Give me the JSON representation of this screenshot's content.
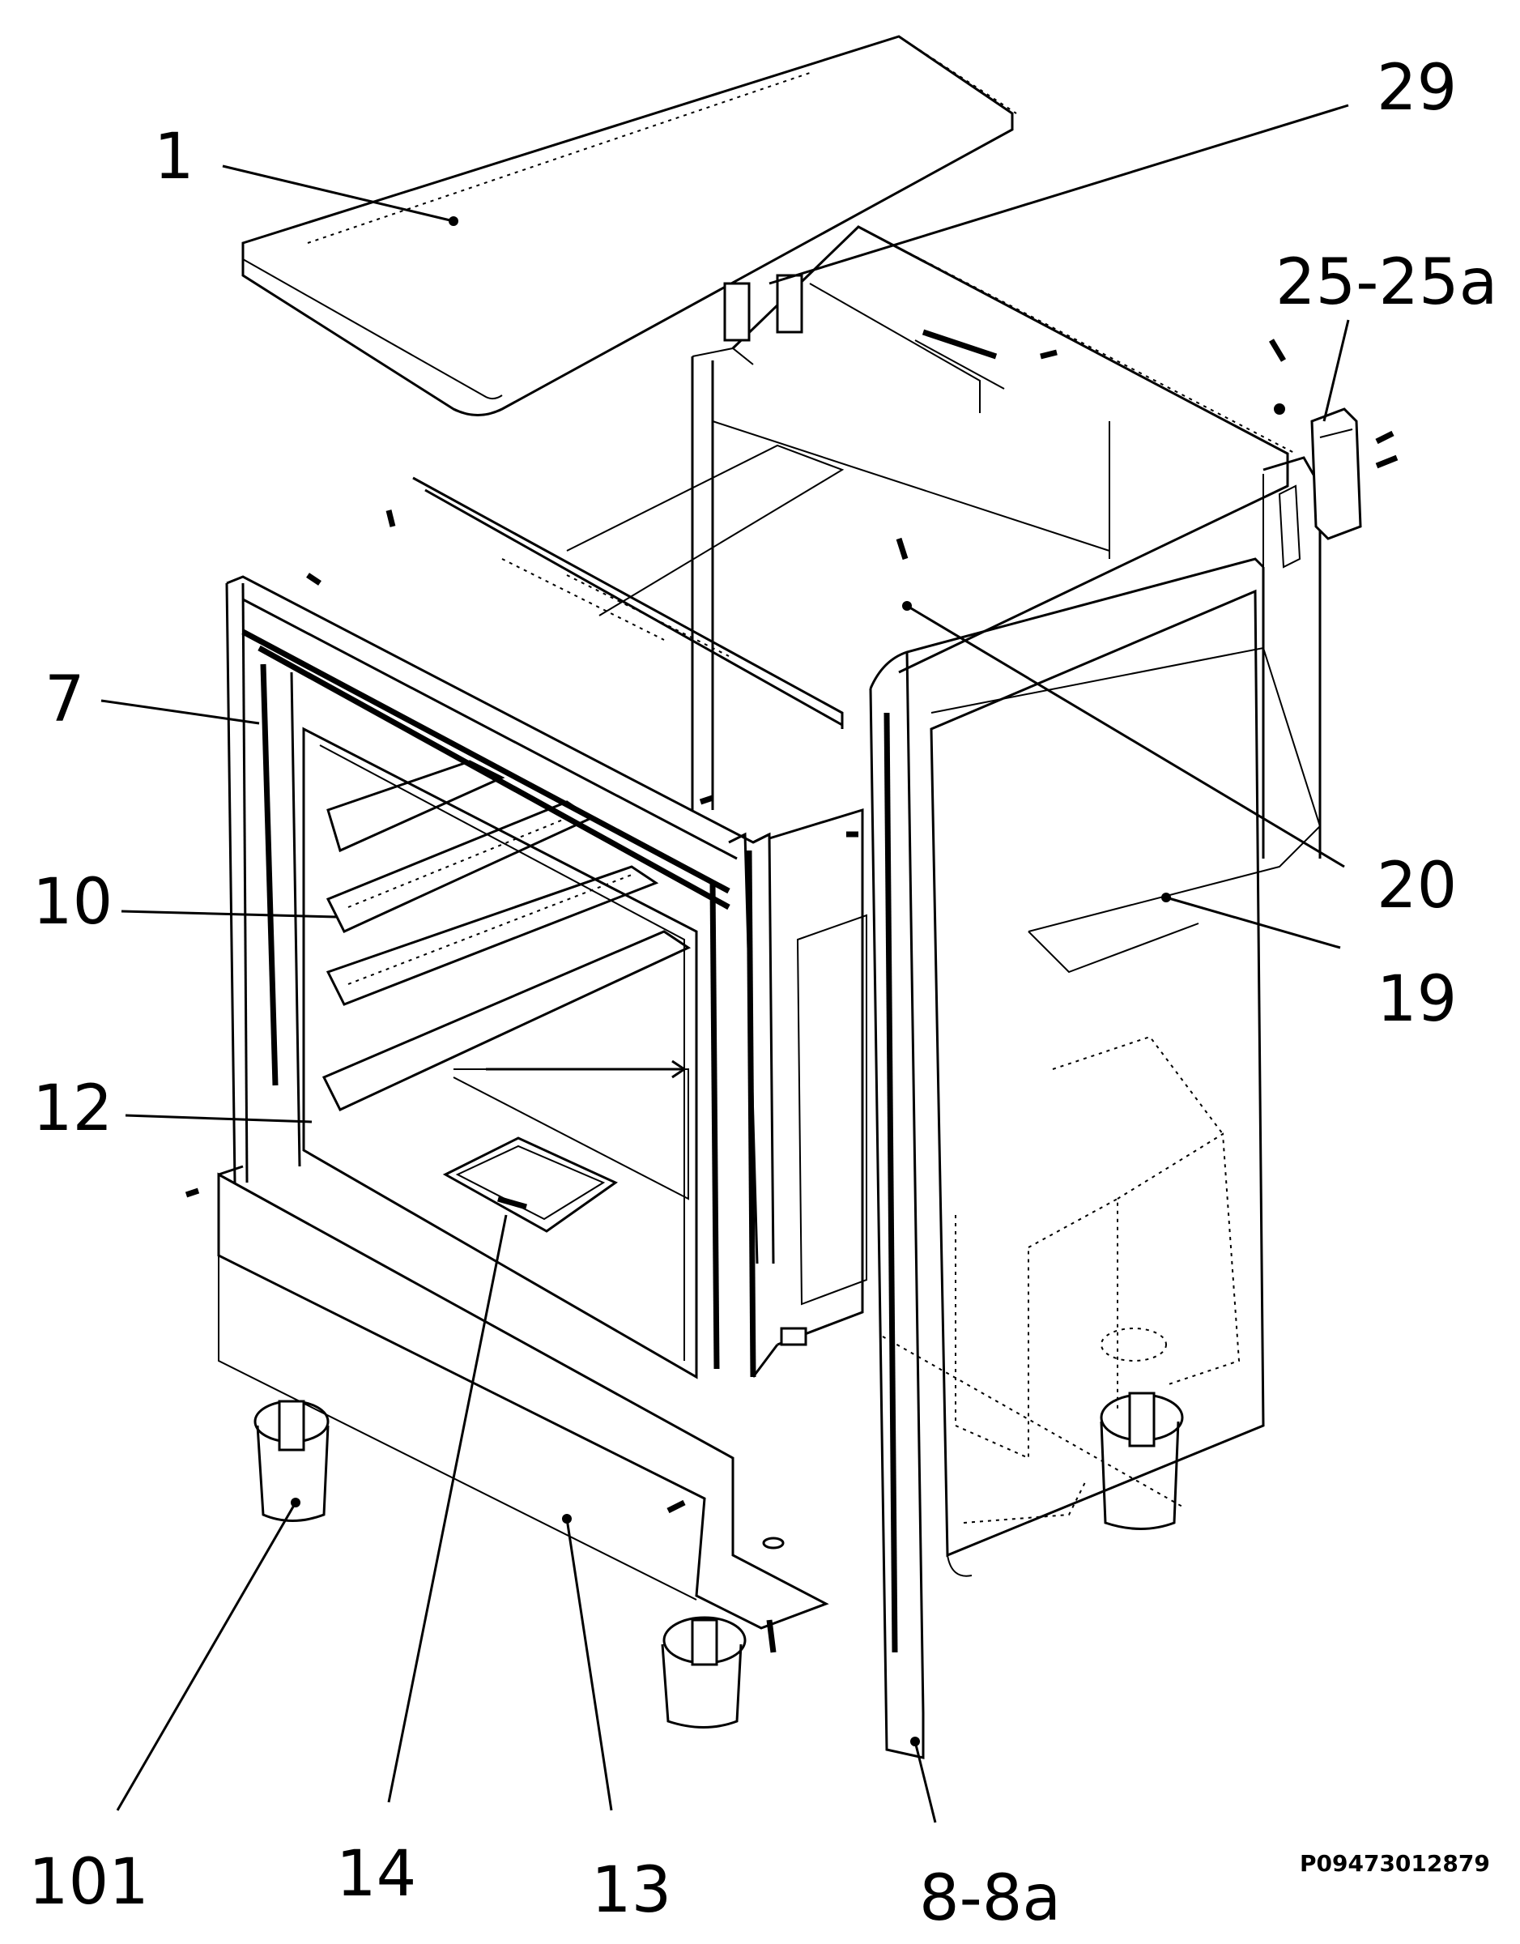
{
  "callouts": {
    "c1": "1",
    "c29": "29",
    "c25": "25-25a",
    "c7": "7",
    "c10": "10",
    "c20": "20",
    "c19": "19",
    "c12": "12",
    "c101": "101",
    "c14": "14",
    "c13": "13",
    "c8": "8-8a"
  },
  "drawing_code": "P09473012879"
}
